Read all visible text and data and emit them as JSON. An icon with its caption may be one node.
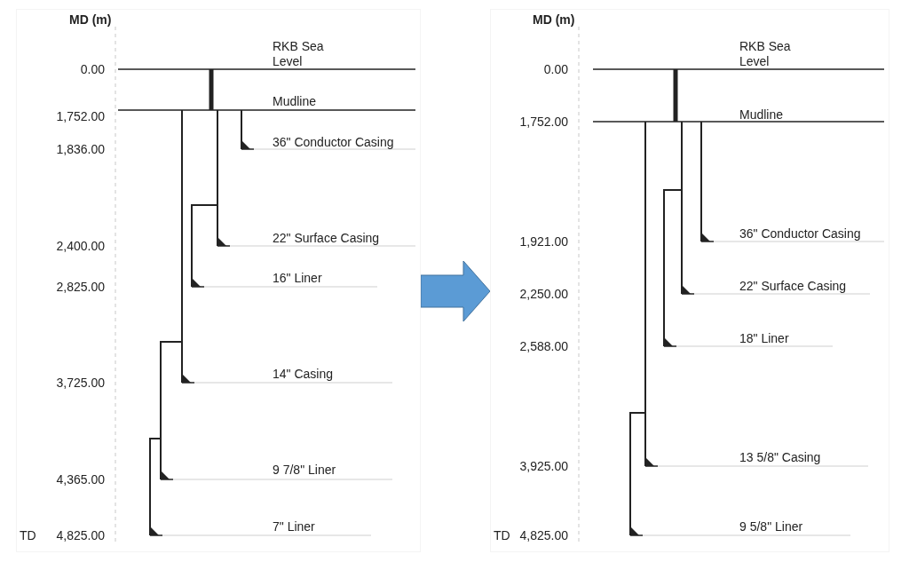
{
  "diagram": {
    "nodes": [
      {
        "text": [],
        "shape": "picture"
      },
      {
        "text": [],
        "shape": "picture"
      }
    ],
    "edges": [
      {
        "from": 0,
        "to": 1,
        "arrow": "to"
      }
    ],
    "labels": [
      "MD (m)",
      "RKB Sea Level",
      "0.00",
      "Mudline",
      "1,752.00",
      "1,836.00",
      "36\" Conductor Casing",
      "2,400.00",
      "22\" Surface Casing",
      "2,825.00",
      "16\" Liner",
      "3,725.00",
      "14\" Casing",
      "4,365.00",
      "9 7/8\" Liner",
      "TD",
      "4,825.00",
      "7\" Liner",
      "MD (m)",
      "RKB Sea Level",
      "0.00",
      "Mudline",
      "1,752.00",
      "1,921.00",
      "36\" Conductor Casing",
      "2,250.00",
      "22\" Surface Casing",
      "2,588.00",
      "18\" Liner",
      "3,925.00",
      "13 5/8\" Casing",
      "TD",
      "4,825.00",
      "9 5/8\" Liner"
    ]
  }
}
